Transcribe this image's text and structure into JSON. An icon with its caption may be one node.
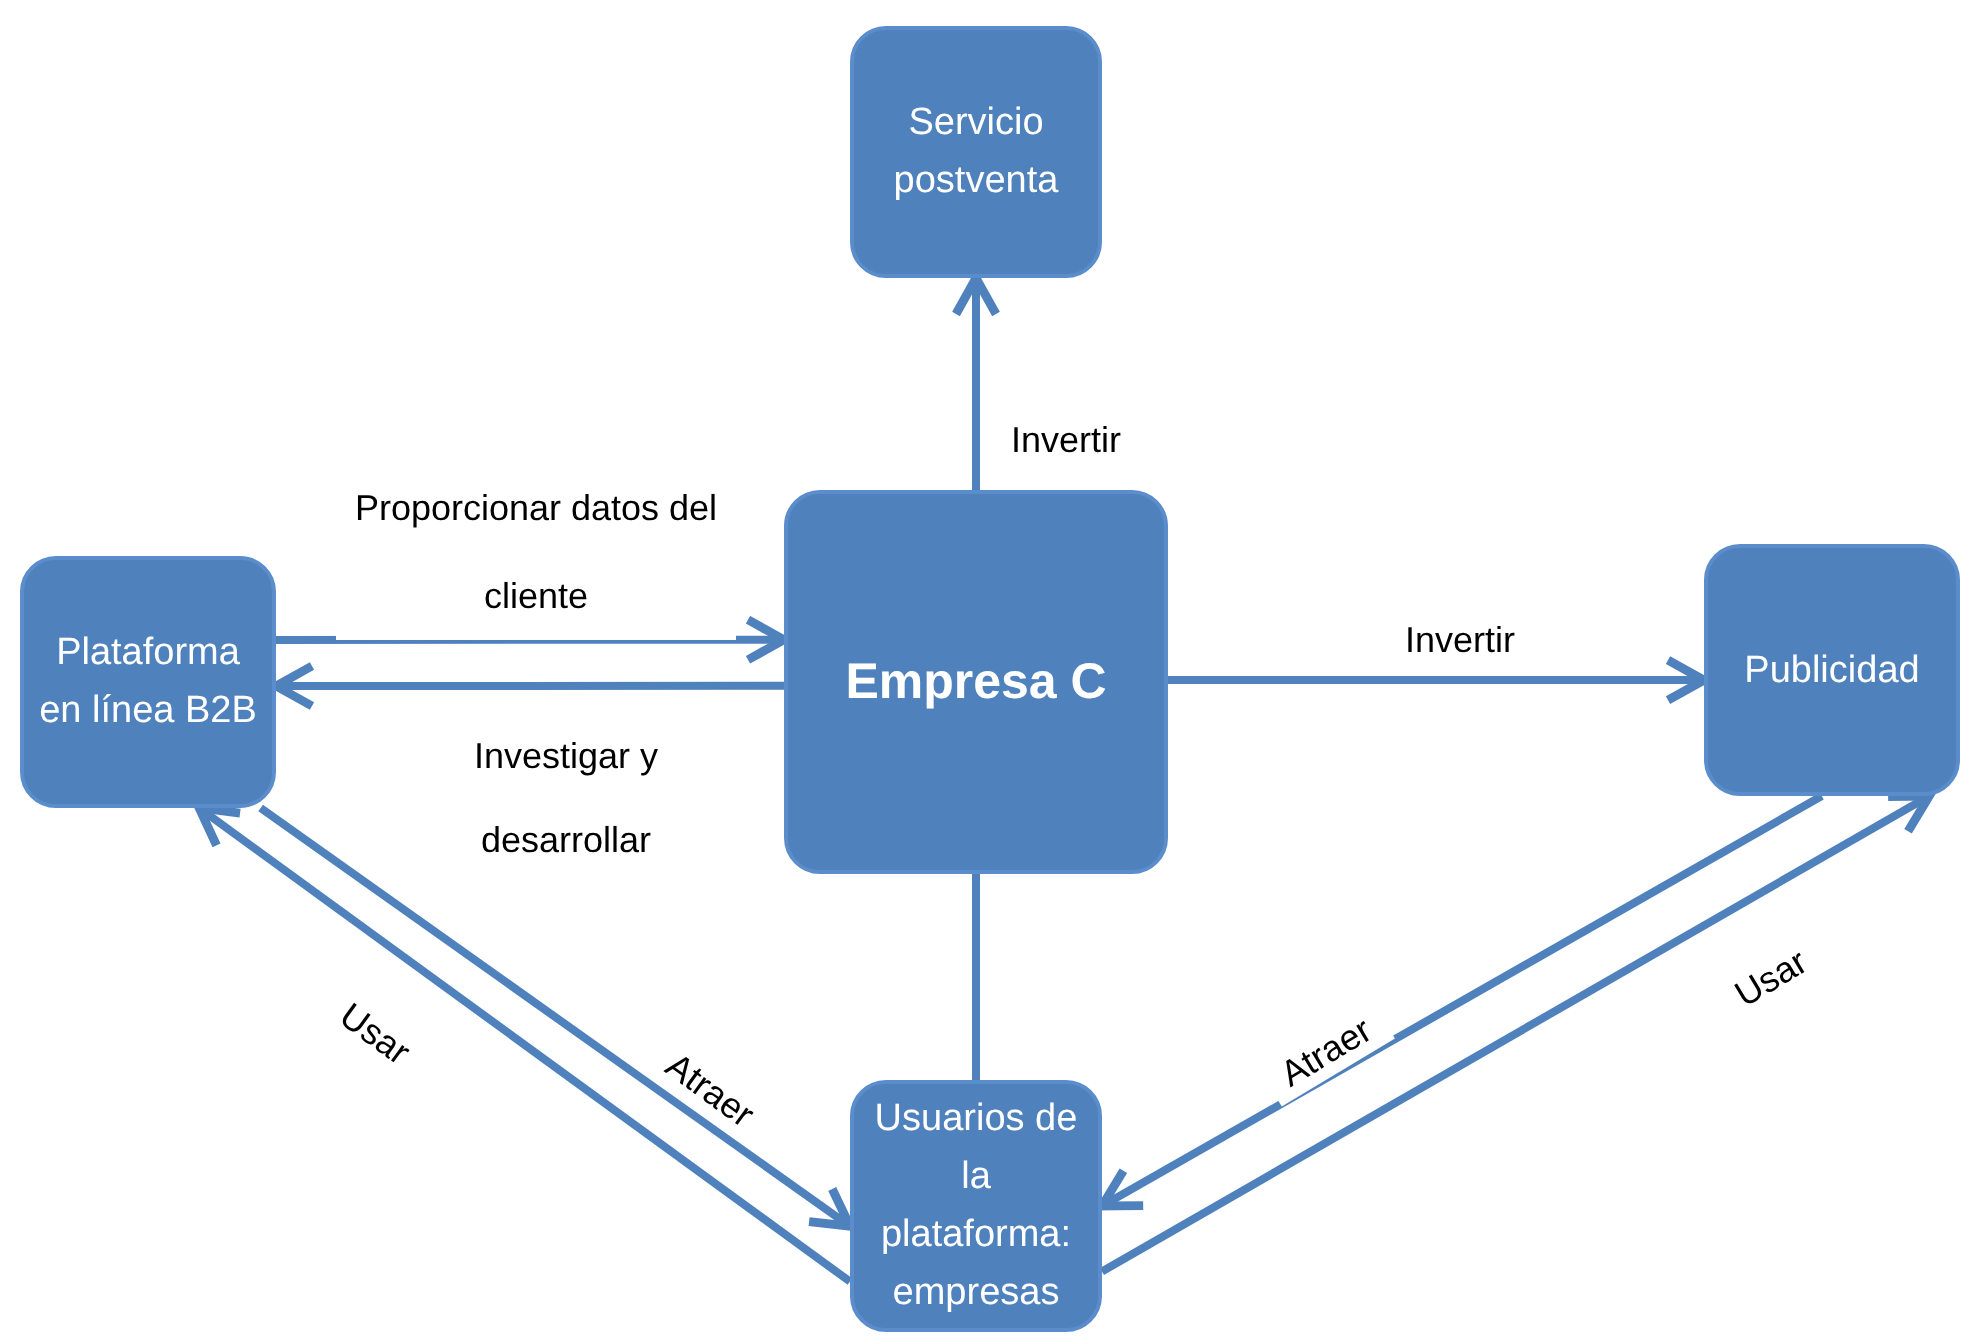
{
  "diagram": {
    "nodes": [
      {
        "text": [
          "Servicio postventa"
        ]
      },
      {
        "text": [
          "Plataforma en línea B2B"
        ]
      },
      {
        "text": [
          "Empresa C"
        ]
      },
      {
        "text": [
          "Publicidad"
        ]
      },
      {
        "text": [
          "Usuarios de la plataforma: empresas"
        ]
      }
    ],
    "edges": [
      {
        "from": 2,
        "to": 0,
        "arrow": "to",
        "label": "Invertir"
      },
      {
        "from": 1,
        "to": 2,
        "arrow": "to",
        "label": "Proporcionar datos del cliente"
      },
      {
        "from": 2,
        "to": 1,
        "arrow": "to",
        "label": "Investigar y desarrollar"
      },
      {
        "from": 2,
        "to": 3,
        "arrow": "to",
        "label": "Invertir"
      },
      {
        "from": 2,
        "to": 4,
        "arrow": "none"
      },
      {
        "from": 4,
        "to": 1,
        "arrow": "to",
        "label": "Usar"
      },
      {
        "from": 1,
        "to": 4,
        "arrow": "to",
        "label": "Atraer"
      },
      {
        "from": 3,
        "to": 4,
        "arrow": "to",
        "label": "Atraer"
      },
      {
        "from": 4,
        "to": 3,
        "arrow": "to",
        "label": "Usar"
      }
    ]
  }
}
